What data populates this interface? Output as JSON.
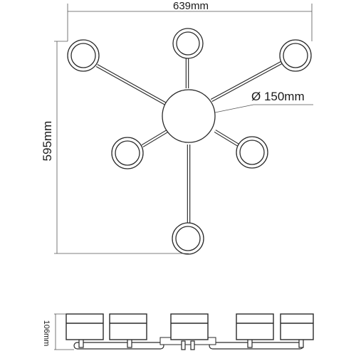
{
  "drawing": {
    "dimensions": {
      "width_label": "639mm",
      "height_label": "595mm",
      "diameter_label": "Ø 150mm",
      "depth_label": "106mm"
    }
  }
}
